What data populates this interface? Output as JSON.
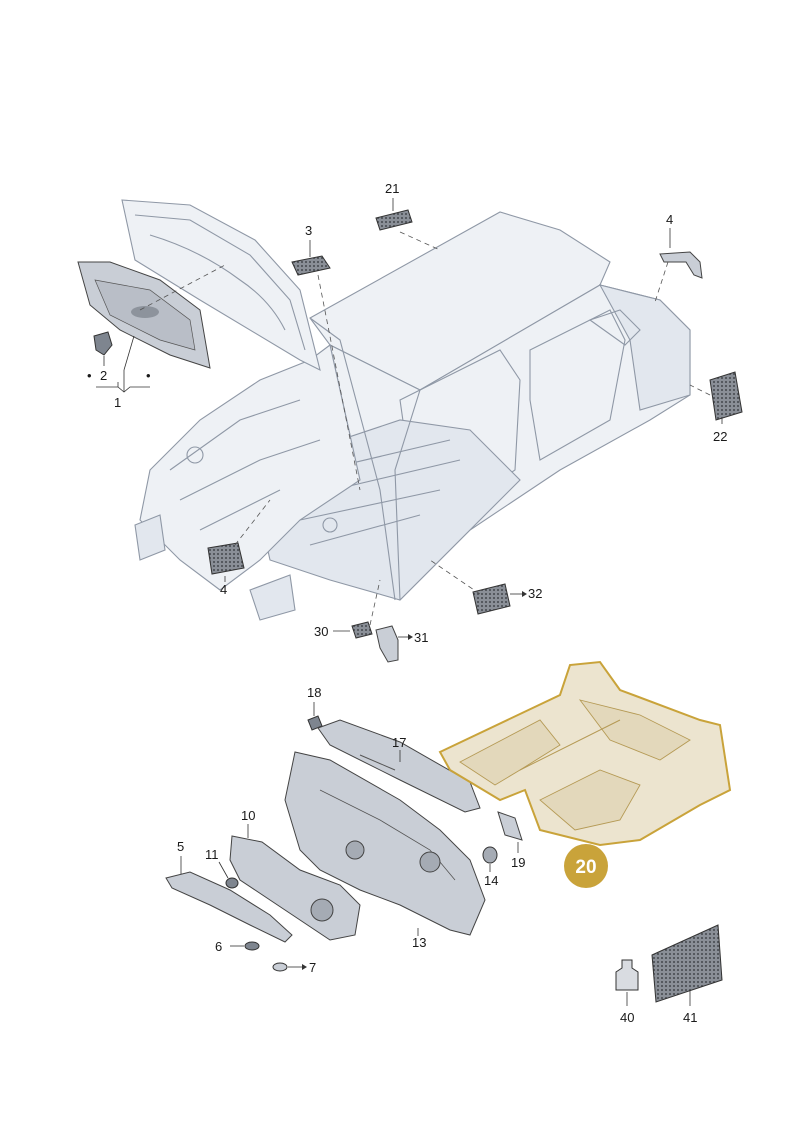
{
  "callouts": {
    "c1": "1",
    "c2": "2",
    "c3": "3",
    "c4a": "4",
    "c4b": "4",
    "c5": "5",
    "c6": "6",
    "c7": "7",
    "c10": "10",
    "c11": "11",
    "c13": "13",
    "c14": "14",
    "c17": "17",
    "c18": "18",
    "c19": "19",
    "c20": "20",
    "c21": "21",
    "c22": "22",
    "c30": "30",
    "c31": "31",
    "c32": "32",
    "c40": "40",
    "c41": "41"
  },
  "colors": {
    "highlight_badge": "#c9a33a",
    "highlight_outline": "#c9a33a",
    "body_outline": "#8f98a6"
  }
}
